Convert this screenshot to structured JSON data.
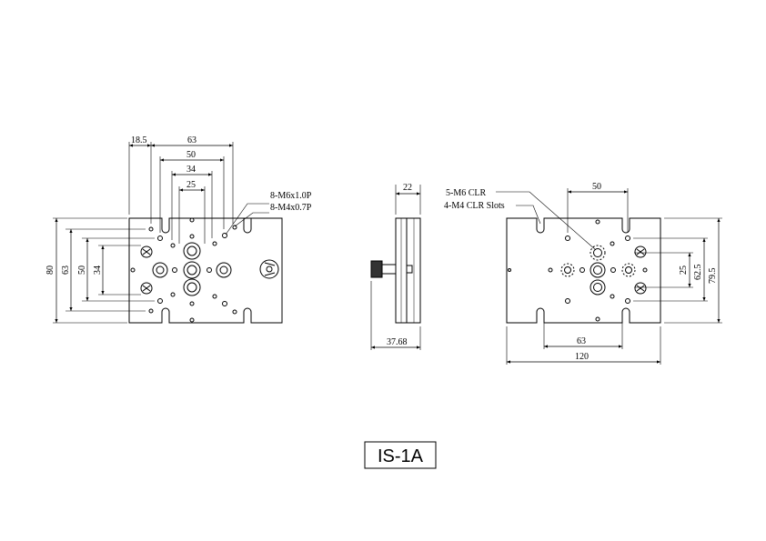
{
  "drawing": {
    "model_label": "IS-1A",
    "front_view": {
      "dims_top": [
        "18.5",
        "63",
        "50",
        "34",
        "25"
      ],
      "dims_left": [
        "80",
        "63",
        "50",
        "34"
      ],
      "callouts": [
        "8-M6x1.0P",
        "8-M4x0.7P"
      ]
    },
    "side_view": {
      "dim_top": "22",
      "dim_bottom": "37.68"
    },
    "back_view": {
      "dim_top": "50",
      "dims_right": [
        "25",
        "62.5",
        "79.5"
      ],
      "dims_bottom": [
        "63",
        "120"
      ],
      "callouts": [
        "5-M6 CLR",
        "4-M4 CLR Slots"
      ]
    }
  }
}
